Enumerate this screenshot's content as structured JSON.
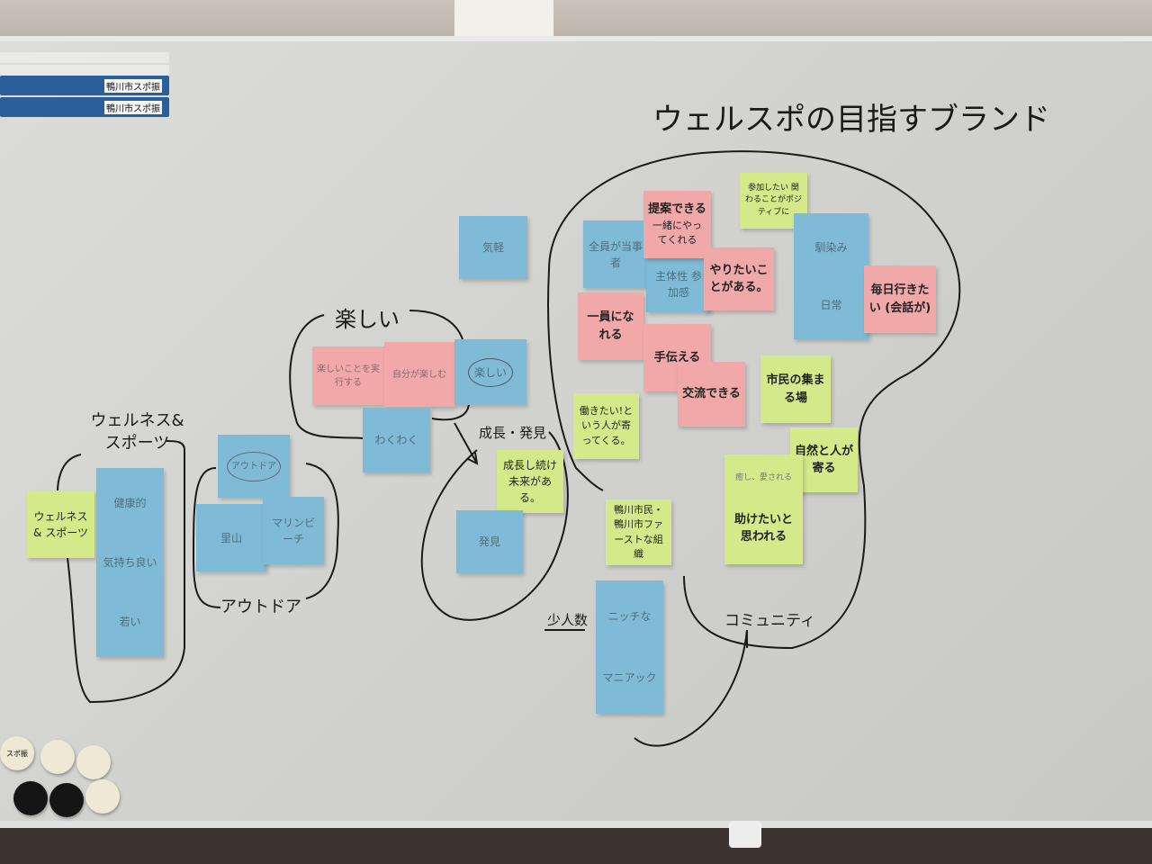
{
  "title": "ウェルスポの目指すブランド",
  "binders": [
    "鴨川市スポ振",
    "鴨川市スポ振"
  ],
  "magnet_label": "スポ振",
  "group_labels": {
    "fun": "楽しい",
    "wellness": "ウェルネス& スポーツ",
    "outdoor": "アウトドア",
    "growth": "成長・発見",
    "small_group": "少人数",
    "community": "コミュニティ"
  },
  "notes": {
    "kigaru": "気軽",
    "fun_execute": "楽しいことを実行する",
    "self_fun": "自分が楽しむ",
    "fun_circled": "楽しい",
    "wakuwaku": "わくわく",
    "growth_future": "成長し続け未来がある。",
    "discovery": "発見",
    "all_owners": "全員が当事者",
    "propose": "提案できる",
    "together": "一緒にやってくれる",
    "initiative": "主体性 参加感",
    "want_to_do": "やりたいことがある。",
    "positive": "参加したい 関わることがポジティブに",
    "familiar": "馴染み",
    "daily": "日常",
    "every_day": "毎日行きたい (会話が)",
    "member": "一員になれる",
    "help": "手伝える",
    "exchange": "交流できる",
    "citizens_place": "市民の集まる場",
    "want_work": "働きたい!という人が寄ってくる。",
    "nature_people": "自然と人が寄る",
    "healing": "癒し、愛される",
    "want_help": "助けたいと思われる",
    "kamogawa_first": "鴨川市民・鴨川市ファーストな組織",
    "niche": "ニッチな",
    "maniac": "マニアック",
    "wellness_sports": "ウェルネス & スポーツ",
    "healthy": "健康的",
    "feel_good": "気持ち良い",
    "young": "若い",
    "outdoor_circled": "アウトドア",
    "satoyama": "里山",
    "marine_beach": "マリンビーチ"
  }
}
